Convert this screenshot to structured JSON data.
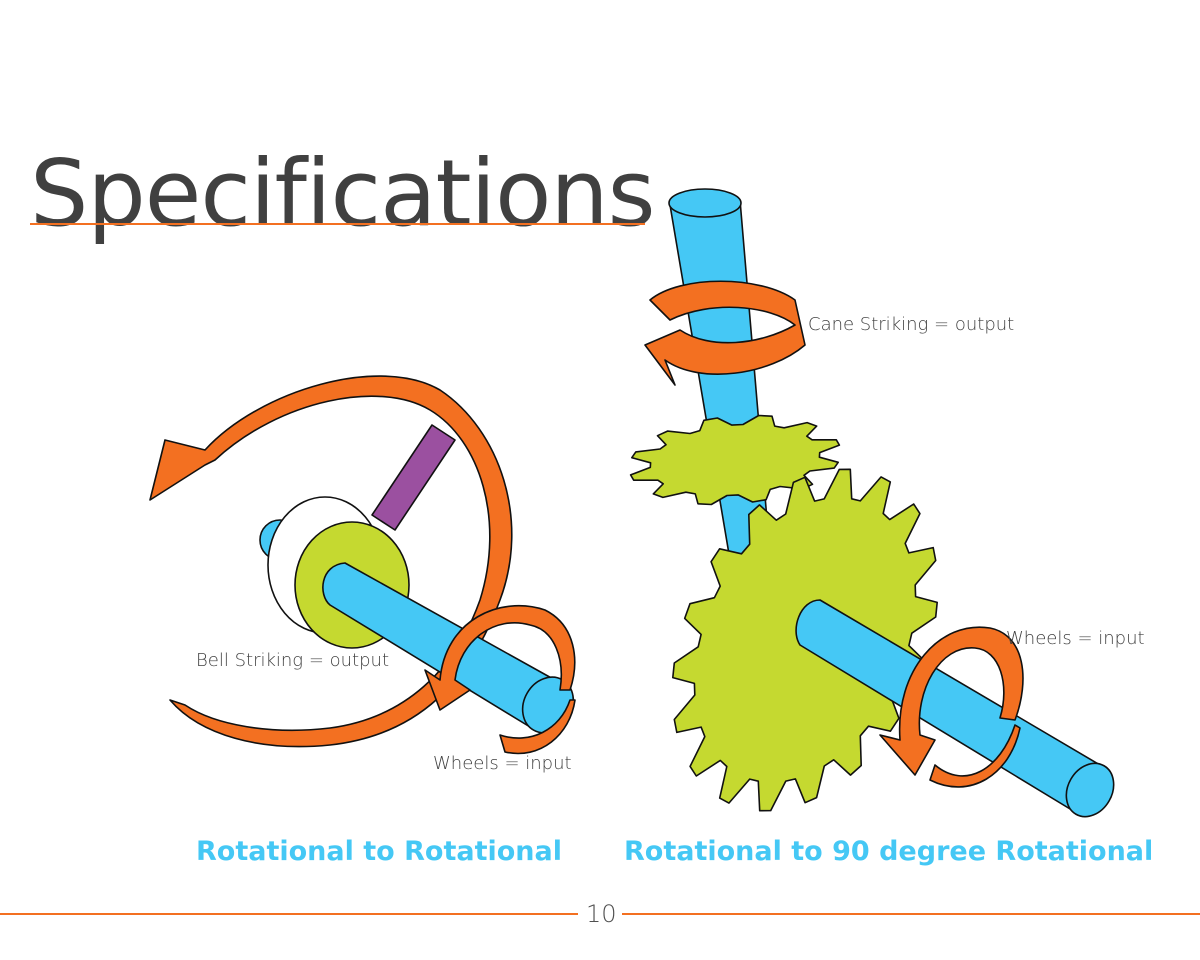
{
  "title": "Specifications",
  "left_diagram": {
    "label_output": "Bell Striking = output",
    "label_input": "Wheels = input",
    "caption": "Rotational to Rotational"
  },
  "right_diagram": {
    "label_output": "Cane Striking = output",
    "label_input": "Wheels = input",
    "caption": "Rotational to 90 degree Rotational"
  },
  "page_number": "10",
  "colors": {
    "accent": "#F37021",
    "shaft": "#45C8F5",
    "gear": "#C5D930",
    "rod": "#9B50A0",
    "text": "#404040"
  }
}
